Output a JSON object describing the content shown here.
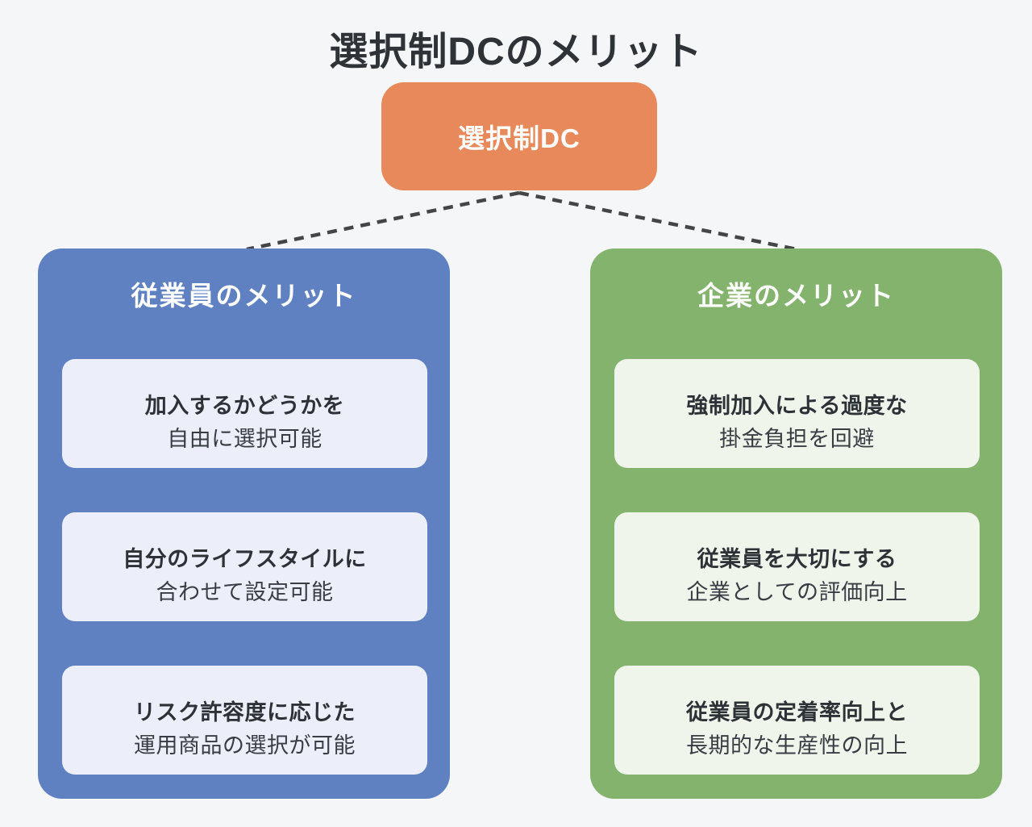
{
  "title": "選択制DCのメリット",
  "root_node": {
    "label": "選択制DC"
  },
  "branches": [
    {
      "header": "従業員のメリット",
      "items": [
        {
          "line1": "加入するかどうかを",
          "line2": "自由に選択可能"
        },
        {
          "line1": "自分のライフスタイルに",
          "line2": "合わせて設定可能"
        },
        {
          "line1": "リスク許容度に応じた",
          "line2": "運用商品の選択が可能"
        }
      ]
    },
    {
      "header": "企業のメリット",
      "items": [
        {
          "line1": "強制加入による過度な",
          "line2": "掛金負担を回避"
        },
        {
          "line1": "従業員を大切にする",
          "line2": "企業としての評価向上"
        },
        {
          "line1": "従業員の定着率向上と",
          "line2": "長期的な生産性の向上"
        }
      ]
    }
  ],
  "colors": {
    "background": "#F4F6F8",
    "title_text": "#2F3337",
    "root_fill": "#E8895C",
    "employee_fill": "#5F81C2",
    "company_fill": "#83B36C",
    "employee_card_bg": "#ECEFF9",
    "company_card_bg": "#F0F5EC",
    "connector": "#454545"
  }
}
